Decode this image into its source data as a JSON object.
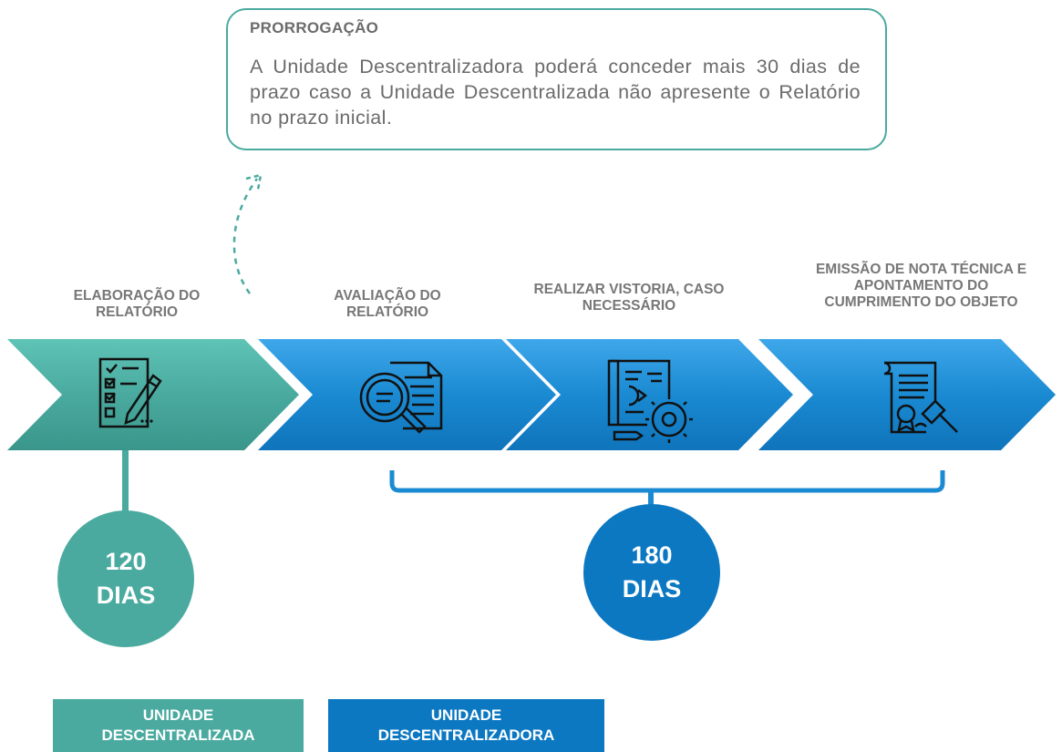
{
  "callout": {
    "title": "PRORROGAÇÃO",
    "body": "A Unidade Descentralizadora poderá conceder mais 30 dias de prazo caso a Unidade Descentralizada não apresente o Relatório no prazo inicial."
  },
  "steps": [
    {
      "label_lines": [
        "ELABORAÇÃO DO",
        "RELATÓRIO"
      ],
      "icon": "checklist-pencil-icon"
    },
    {
      "label_lines": [
        "AVALIAÇÃO DO",
        "RELATÓRIO"
      ],
      "icon": "document-magnifier-icon"
    },
    {
      "label_lines": [
        "REALIZAR VISTORIA, CASO",
        "NECESSÁRIO"
      ],
      "icon": "blueprint-gear-icon"
    },
    {
      "label_lines": [
        "EMISSÃO DE NOTA TÉCNICA E",
        "APONTAMENTO DO",
        "CUMPRIMENTO DO OBJETO"
      ],
      "icon": "certificate-gavel-icon"
    }
  ],
  "deadlines": [
    {
      "value": "120",
      "unit": "DIAS"
    },
    {
      "value": "180",
      "unit": "DIAS"
    }
  ],
  "responsibles": [
    {
      "line1": "UNIDADE",
      "line2": "DESCENTRALIZADA"
    },
    {
      "line1": "UNIDADE",
      "line2": "DESCENTRALIZADORA"
    }
  ],
  "colors": {
    "teal": "#4aaa9f",
    "blue": "#1a8ad2",
    "blue_dark": "#0c78c2",
    "text_gray": "#777777"
  }
}
